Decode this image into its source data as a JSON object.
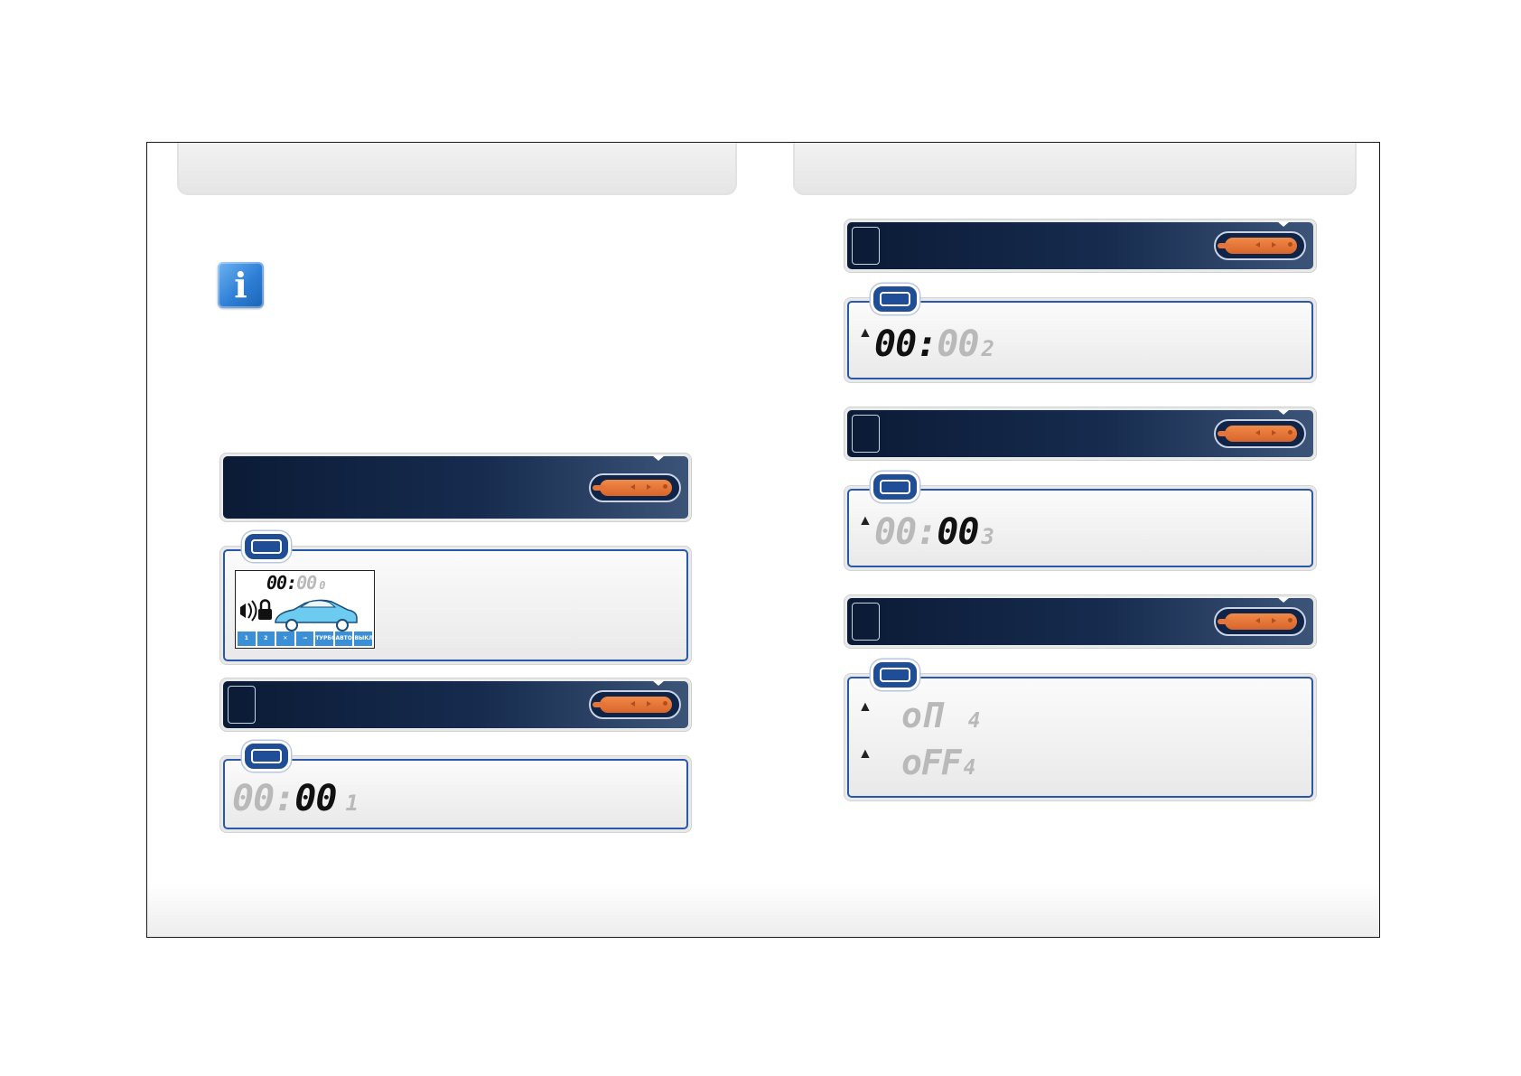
{
  "page": {
    "left_header": "",
    "right_header": ""
  },
  "left": {
    "main_display": {
      "time_lit": "00",
      "time_colon": ":",
      "time_dim": "00",
      "index": "0",
      "icon_labels": [
        "1",
        "2",
        "",
        "",
        "ТУРБО",
        "АВТО",
        "ВЫКЛ"
      ]
    },
    "step1_display": {
      "hours_dim": "00",
      "colon": ":",
      "minutes_lit": "00",
      "index": "1"
    }
  },
  "right": {
    "step2_display": {
      "hours_lit": "00",
      "colon": ":",
      "minutes_dim": "00",
      "index": "2"
    },
    "step3_display": {
      "hours_dim": "00",
      "colon": ":",
      "minutes_lit": "00",
      "index": "3"
    },
    "step4_display": {
      "on_text": "oП",
      "on_index": "4",
      "off_text": "oFF",
      "off_index": "4"
    }
  },
  "colors": {
    "bar_dark": "#0b1b36",
    "bar_light": "#3b5478",
    "button_orange": "#e3743a",
    "panel_border": "#2a58a8",
    "info_blue": "#2e7fd6"
  },
  "icons": {
    "info": "info-icon",
    "remote_button": "remote-button-icon",
    "display_key": "display-key-icon",
    "alarm_bell": "alarm-bell-icon",
    "car": "car-icon",
    "lock": "lock-icon",
    "siren": "siren-icon"
  }
}
